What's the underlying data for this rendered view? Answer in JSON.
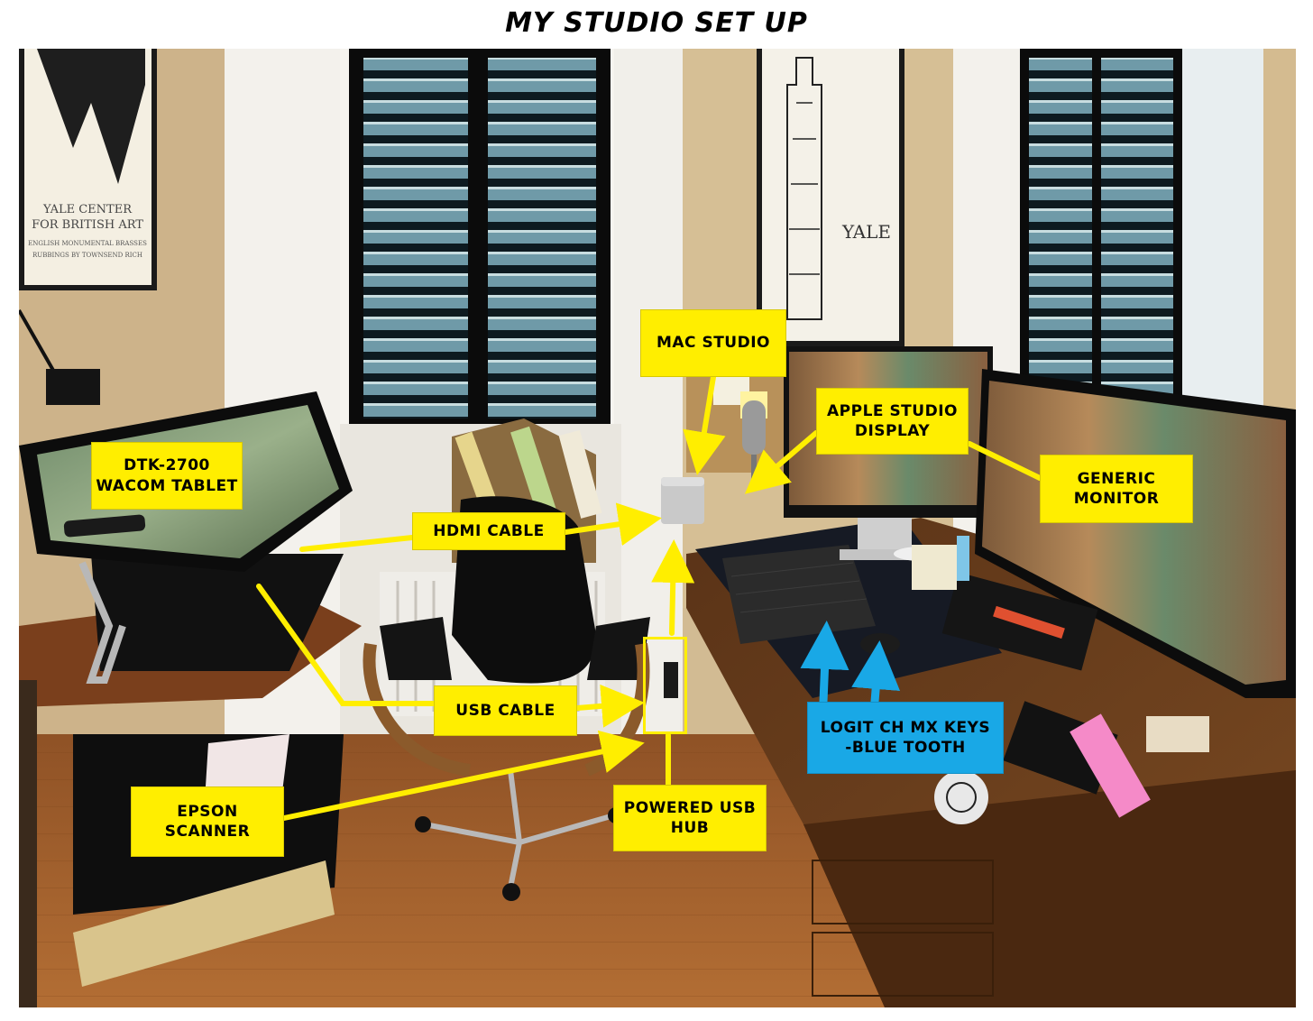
{
  "title": "MY STUDIO SET UP",
  "colors": {
    "label_yellow": "#ffee00",
    "label_blue": "#19a8e6",
    "arrow_yellow": "#ffee00",
    "arrow_blue": "#19a8e6",
    "wall": "#d6c09a",
    "desk": "#6b3e1c",
    "floor": "#a8652e"
  },
  "photo": {
    "poster_left_lines": [
      "YALE CENTER",
      "FOR BRITISH ART",
      "ENGLISH MONUMENTAL BRASSES",
      "RUBBINGS BY TOWNSEND RICH"
    ],
    "poster_right_text": "YALE"
  },
  "labels": {
    "mac_studio": [
      "MAC STUDIO"
    ],
    "apple_studio_display": [
      "APPLE STUDIO",
      "DISPLAY"
    ],
    "generic_monitor": [
      "GENERIC",
      "MONITOR"
    ],
    "wacom_tablet": [
      "DTK-2700",
      "WACOM TABLET"
    ],
    "hdmi_cable": [
      "HDMI CABLE"
    ],
    "usb_cable": [
      "USB CABLE"
    ],
    "epson_scanner": [
      "EPSON",
      "SCANNER"
    ],
    "powered_usb_hub": [
      "POWERED USB",
      "HUB"
    ],
    "logitech_keys": [
      "LOGIT CH MX KEYS",
      "-BLUE TOOTH"
    ]
  }
}
